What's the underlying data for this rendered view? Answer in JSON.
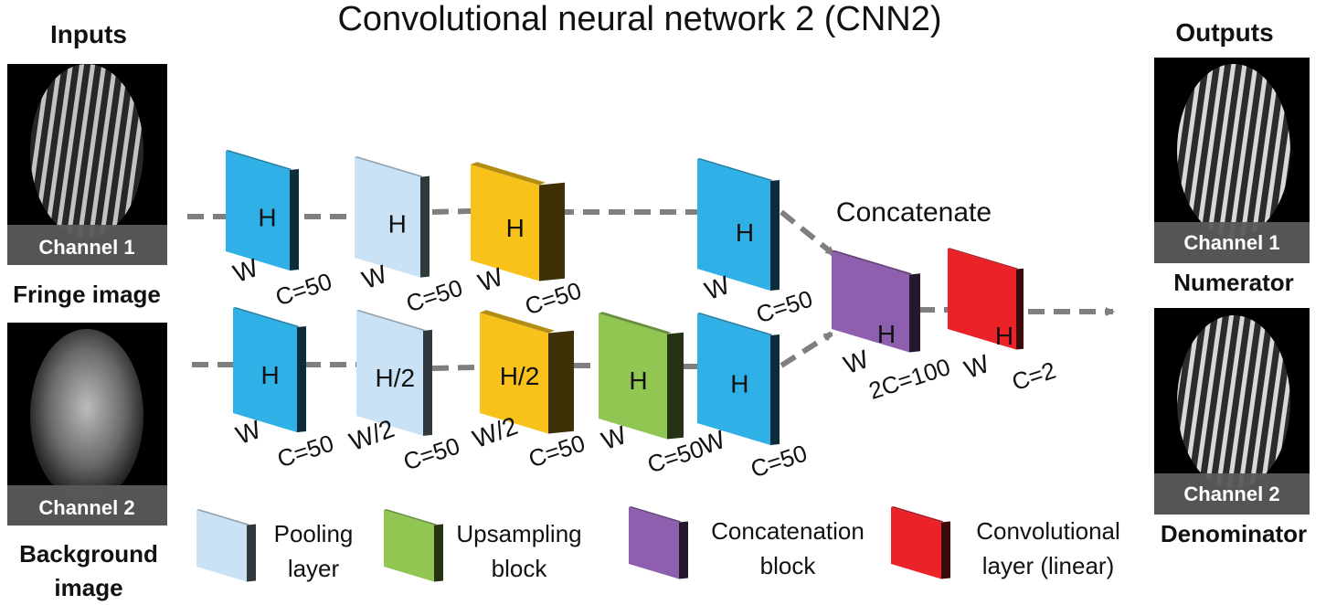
{
  "title": "Convolutional neural network 2 (CNN2)",
  "inputs": {
    "heading": "Inputs",
    "items": [
      {
        "channel": "Channel 1",
        "caption": "Fringe image"
      },
      {
        "channel": "Channel 2",
        "caption_line1": "Background",
        "caption_line2": "image"
      }
    ]
  },
  "outputs": {
    "heading": "Outputs",
    "items": [
      {
        "channel": "Channel 1",
        "caption": "Numerator"
      },
      {
        "channel": "Channel 2",
        "caption": "Denominator"
      }
    ]
  },
  "concatenate_label": "Concatenate",
  "top_branch": [
    {
      "type": "conv",
      "h": "H",
      "w": "W",
      "c": "C=50"
    },
    {
      "type": "pooling",
      "h": "H",
      "w": "W",
      "c": "C=50"
    },
    {
      "type": "residual",
      "h": "H",
      "w": "W",
      "c": "C=50"
    },
    {
      "type": "conv",
      "h": "H",
      "w": "W",
      "c": "C=50"
    }
  ],
  "bottom_branch": [
    {
      "type": "conv",
      "h": "H",
      "w": "W",
      "c": "C=50"
    },
    {
      "type": "pooling",
      "h": "H/2",
      "w": "W/2",
      "c": "C=50"
    },
    {
      "type": "residual",
      "h": "H/2",
      "w": "W/2",
      "c": "C=50"
    },
    {
      "type": "upsampling",
      "h": "H",
      "w": "W",
      "c": "C=50"
    },
    {
      "type": "conv",
      "h": "H",
      "w": "W",
      "c": "C=50"
    }
  ],
  "concat_block": {
    "h": "H",
    "w": "W",
    "c": "2C=100"
  },
  "final_block": {
    "h": "H",
    "w": "W",
    "c": "C=2"
  },
  "legend": [
    {
      "type": "pooling",
      "line1": "Pooling",
      "line2": "layer"
    },
    {
      "type": "upsampling",
      "line1": "Upsampling",
      "line2": "block"
    },
    {
      "type": "concat",
      "line1": "Concatenation",
      "line2": "block"
    },
    {
      "type": "linear",
      "line1": "Convolutional",
      "line2": "layer (linear)"
    }
  ],
  "colors": {
    "conv": "#2fb0e6",
    "pooling": "#c9e2f5",
    "residual": "#f8c21a",
    "upsampling": "#92c653",
    "concat": "#8e5fae",
    "linear": "#ec2229",
    "arrow": "#7f7f7f"
  }
}
